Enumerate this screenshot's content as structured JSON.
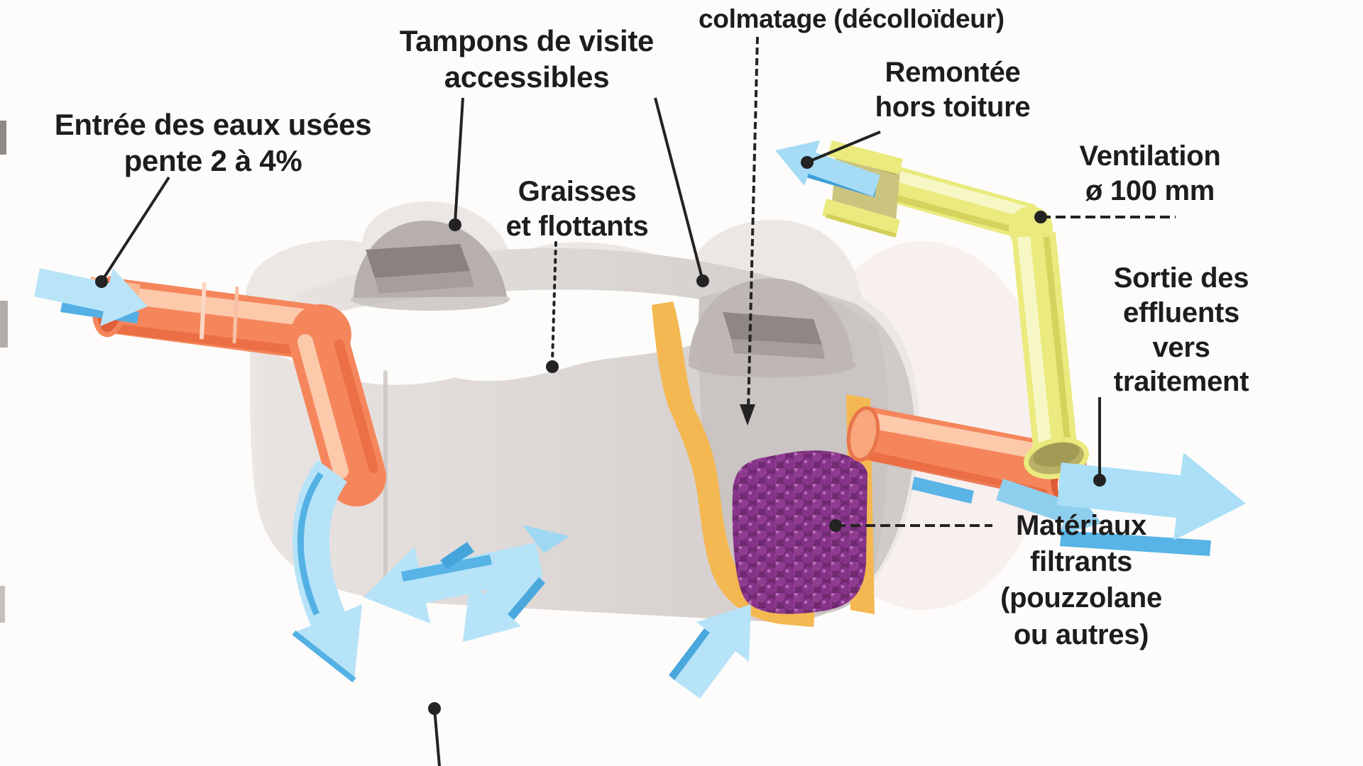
{
  "diagram": {
    "subject": "coupe d'une fosse septique (cutaway septic tank illustration)",
    "labels": {
      "inlet": {
        "lines": [
          "Entrée des eaux usées",
          "pente 2 à 4%"
        ]
      },
      "access_covers": {
        "lines": [
          "Tampons de visite",
          "accessibles"
        ]
      },
      "clogging": {
        "lines": [
          "colmatage (décolloïdeur)"
        ]
      },
      "grease": {
        "lines": [
          "Graisses",
          "et flottants"
        ]
      },
      "roof_vent": {
        "lines": [
          "Remontée",
          "hors toiture"
        ]
      },
      "ventilation": {
        "lines": [
          "Ventilation",
          "ø 100 mm"
        ]
      },
      "outlet": {
        "lines": [
          "Sortie des",
          "effluents",
          "vers",
          "traitement"
        ]
      },
      "filter_media": {
        "lines": [
          "Matériaux",
          "filtrants",
          "(pouzzolane",
          "ou autres)"
        ]
      }
    },
    "colors": {
      "background": "#fdfcfa",
      "ink": "#232323",
      "tank_shell": "#ebe7e5",
      "tank_interior": "#ddd7d5",
      "scum_white": "#fcfcfb",
      "sludge_brown": "#c6883f",
      "sludge_dark": "#ab7130",
      "cover_gray": "#b6afac",
      "cover_slot": "#8a827f",
      "baffle_yellow": "#f3b851",
      "filter_purple": "#8f3b90",
      "filter_purple_dark": "#5c2160",
      "pipe_salmon": "#f5865c",
      "pipe_salmon_dark": "#e05f38",
      "pipe_salmon_light": "#fcc9ab",
      "vent_yellow": "#eaea7e",
      "vent_yellow_dark": "#d3d05a",
      "vent_bore": "#b9b065",
      "arrow_blue_light": "#abdff7",
      "arrow_blue_dark": "#58b4e6"
    }
  }
}
